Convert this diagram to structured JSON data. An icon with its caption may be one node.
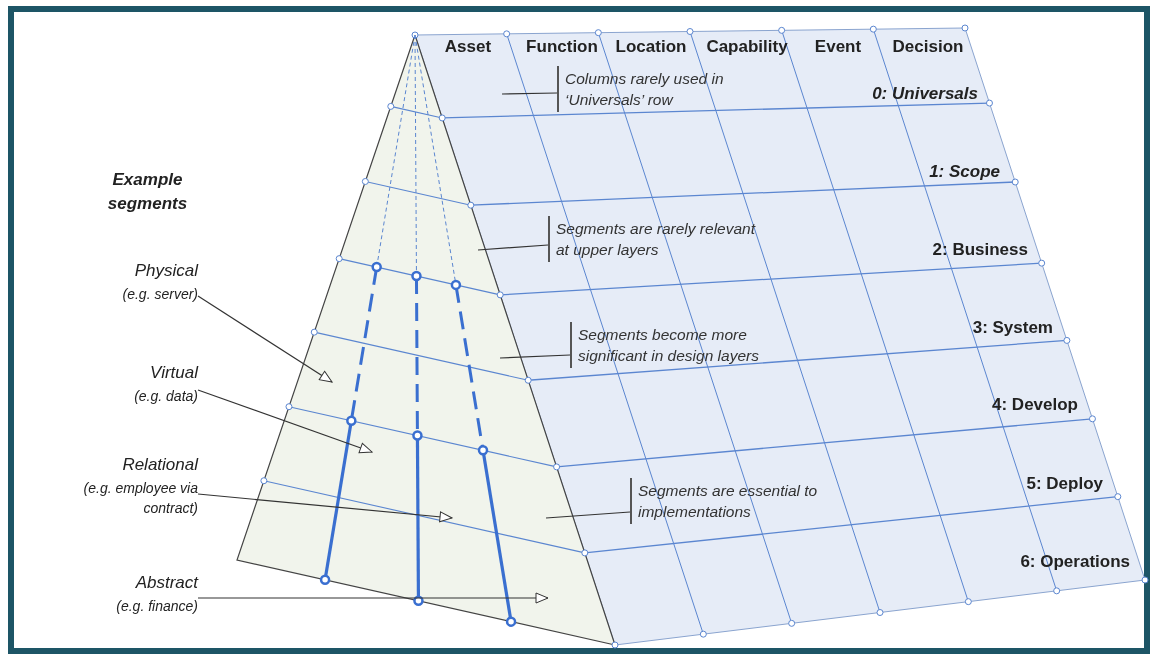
{
  "diagram": {
    "nodes": [
      {
        "text": [
          "Physical",
          "(e.g. server)"
        ]
      },
      {
        "text": [
          "Virtual",
          "(e.g. data)"
        ]
      },
      {
        "text": [
          "Relational",
          "(e.g. employee via contract)"
        ]
      },
      {
        "text": [
          "Abstract",
          "(e.g. finance)"
        ]
      },
      {
        "text": [
          "Columns rarely used in ‘Universals’ row"
        ]
      },
      {
        "text": [
          "Segments are rarely relevant at upper layers"
        ]
      },
      {
        "text": [
          "Segments become more significant in design layers"
        ]
      },
      {
        "text": [
          "Segments are essential to implementations"
        ]
      }
    ],
    "edges": [
      {
        "from": 0,
        "to": null,
        "arrow": "to"
      },
      {
        "from": 1,
        "to": null,
        "arrow": "to"
      },
      {
        "from": 2,
        "to": null,
        "arrow": "to"
      },
      {
        "from": 3,
        "to": null,
        "arrow": "to"
      },
      {
        "from": 4,
        "to": null,
        "arrow": "none"
      },
      {
        "from": 5,
        "to": null,
        "arrow": "none"
      },
      {
        "from": 6,
        "to": null,
        "arrow": "none"
      },
      {
        "from": 7,
        "to": null,
        "arrow": "none"
      }
    ],
    "labels": [
      "Example segments",
      "Asset",
      "Function",
      "Location",
      "Capability",
      "Event",
      "Decision",
      "0: Universals",
      "1: Scope",
      "2: Business",
      "3: System",
      "4: Develop",
      "5: Deploy",
      "6: Operations"
    ]
  }
}
